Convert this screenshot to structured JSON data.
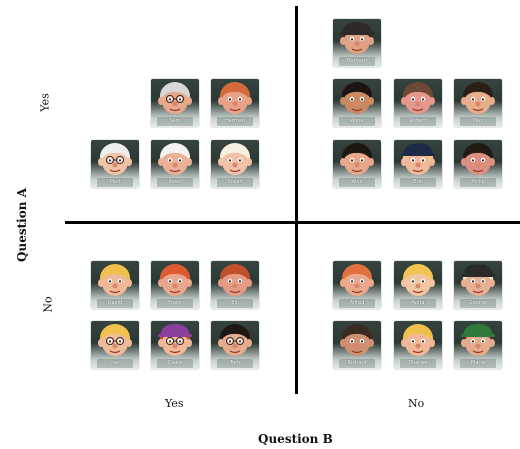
{
  "labels": {
    "question_a": "Question A",
    "question_b": "Question B",
    "a_yes": "Yes",
    "a_no": "No",
    "b_yes": "Yes",
    "b_no": "No"
  },
  "quadrants": {
    "yes_yes": [
      {
        "name": "Sam",
        "skin": "#e8a98a",
        "hair": "#d8d8d8",
        "glasses": true
      },
      {
        "name": "Herman",
        "skin": "#e7a288",
        "hair": "#d66a3c",
        "glasses": false
      },
      {
        "name": "Paul",
        "skin": "#f0c3a6",
        "hair": "#eeeeee",
        "glasses": true
      },
      {
        "name": "Peter",
        "skin": "#eab195",
        "hair": "#f2f2f2",
        "glasses": false
      },
      {
        "name": "Susan",
        "skin": "#f1c2a8",
        "hair": "#f5efe0",
        "glasses": false
      }
    ],
    "yes_no": [
      {
        "name": "Bernard",
        "skin": "#e1a184",
        "hair": "#3a2f28",
        "hat": "#2e2a27",
        "glasses": false
      },
      {
        "name": "Anne",
        "skin": "#c98a62",
        "hair": "#1c1410",
        "glasses": false
      },
      {
        "name": "Robert",
        "skin": "#e6988c",
        "hair": "#6d4a36",
        "glasses": false
      },
      {
        "name": "Max",
        "skin": "#e8ad8a",
        "hair": "#2a1f18",
        "glasses": false
      },
      {
        "name": "Alex",
        "skin": "#e7a78a",
        "hair": "#1d1712",
        "glasses": false
      },
      {
        "name": "Eric",
        "skin": "#f0b99a",
        "hair": "#f2cf6a",
        "hat": "#1d2b4a",
        "glasses": false
      },
      {
        "name": "Philip",
        "skin": "#dd8f80",
        "hair": "#241a14",
        "glasses": false
      }
    ],
    "no_yes": [
      {
        "name": "David",
        "skin": "#efb896",
        "hair": "#f0c04a",
        "glasses": false
      },
      {
        "name": "Frans",
        "skin": "#eaa68a",
        "hair": "#de5a30",
        "glasses": false
      },
      {
        "name": "Bill",
        "skin": "#e69a84",
        "hair": "#c0502e",
        "glasses": false
      },
      {
        "name": "Joe",
        "skin": "#efbb98",
        "hair": "#f3c24c",
        "glasses": true
      },
      {
        "name": "Claire",
        "skin": "#efb898",
        "hair": "#c04a38",
        "hat": "#8a3f9a",
        "glasses": true
      },
      {
        "name": "Tom",
        "skin": "#e5ad8d",
        "hair": "#1f1713",
        "glasses": true
      }
    ],
    "no_no": [
      {
        "name": "Alfred",
        "skin": "#eaa98c",
        "hair": "#e0703c",
        "glasses": false
      },
      {
        "name": "Anita",
        "skin": "#f3c6a2",
        "hair": "#f2c452",
        "glasses": false
      },
      {
        "name": "George",
        "skin": "#e8b092",
        "hair": "#efefef",
        "hat": "#2a2a2a",
        "glasses": false
      },
      {
        "name": "Richard",
        "skin": "#d09070",
        "hair": "#3a2a20",
        "glasses": false
      },
      {
        "name": "Charles",
        "skin": "#f0b896",
        "hair": "#f0c04c",
        "glasses": false
      },
      {
        "name": "Maria",
        "skin": "#e4ac8c",
        "hair": "#4a3020",
        "hat": "#2f7a3a",
        "glasses": false
      }
    ]
  }
}
